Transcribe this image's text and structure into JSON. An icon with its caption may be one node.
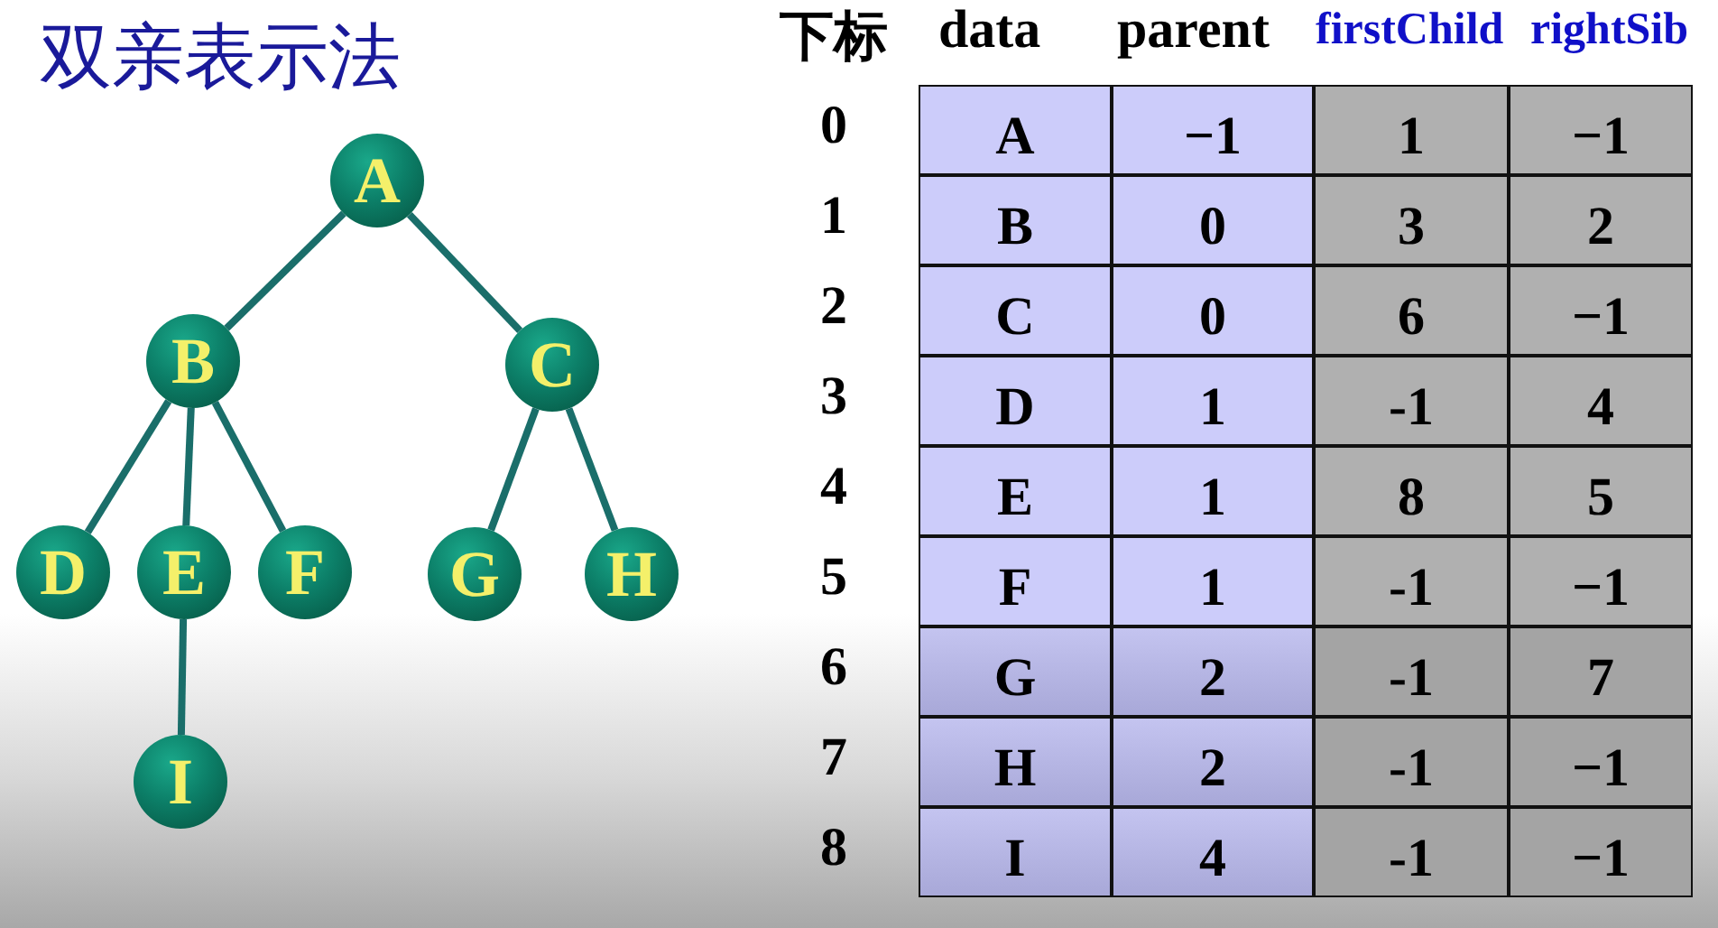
{
  "diagram": {
    "title": "双亲表示法",
    "nodes": [
      {
        "text": [
          "A"
        ]
      },
      {
        "text": [
          "B"
        ]
      },
      {
        "text": [
          "C"
        ]
      },
      {
        "text": [
          "D"
        ]
      },
      {
        "text": [
          "E"
        ]
      },
      {
        "text": [
          "F"
        ]
      },
      {
        "text": [
          "G"
        ]
      },
      {
        "text": [
          "H"
        ]
      },
      {
        "text": [
          "I"
        ]
      }
    ],
    "edges": [
      {
        "from": 0,
        "to": 1,
        "arrow": "none"
      },
      {
        "from": 0,
        "to": 2,
        "arrow": "none"
      },
      {
        "from": 1,
        "to": 3,
        "arrow": "none"
      },
      {
        "from": 1,
        "to": 4,
        "arrow": "none"
      },
      {
        "from": 1,
        "to": 5,
        "arrow": "none"
      },
      {
        "from": 2,
        "to": 6,
        "arrow": "none"
      },
      {
        "from": 2,
        "to": 7,
        "arrow": "none"
      },
      {
        "from": 4,
        "to": 8,
        "arrow": "none"
      }
    ],
    "labels": [
      "下标",
      "data",
      "parent",
      "firstChild",
      "rightSib",
      "0",
      "A",
      "−1",
      "1",
      "−1",
      "1",
      "B",
      "0",
      "3",
      "2",
      "2",
      "C",
      "0",
      "6",
      "−1",
      "3",
      "D",
      "1",
      "-1",
      "4",
      "4",
      "E",
      "1",
      "8",
      "5",
      "5",
      "F",
      "1",
      "-1",
      "−1",
      "6",
      "G",
      "2",
      "-1",
      "7",
      "7",
      "H",
      "2",
      "-1",
      "−1",
      "8",
      "I",
      "4",
      "-1",
      "−1"
    ]
  }
}
